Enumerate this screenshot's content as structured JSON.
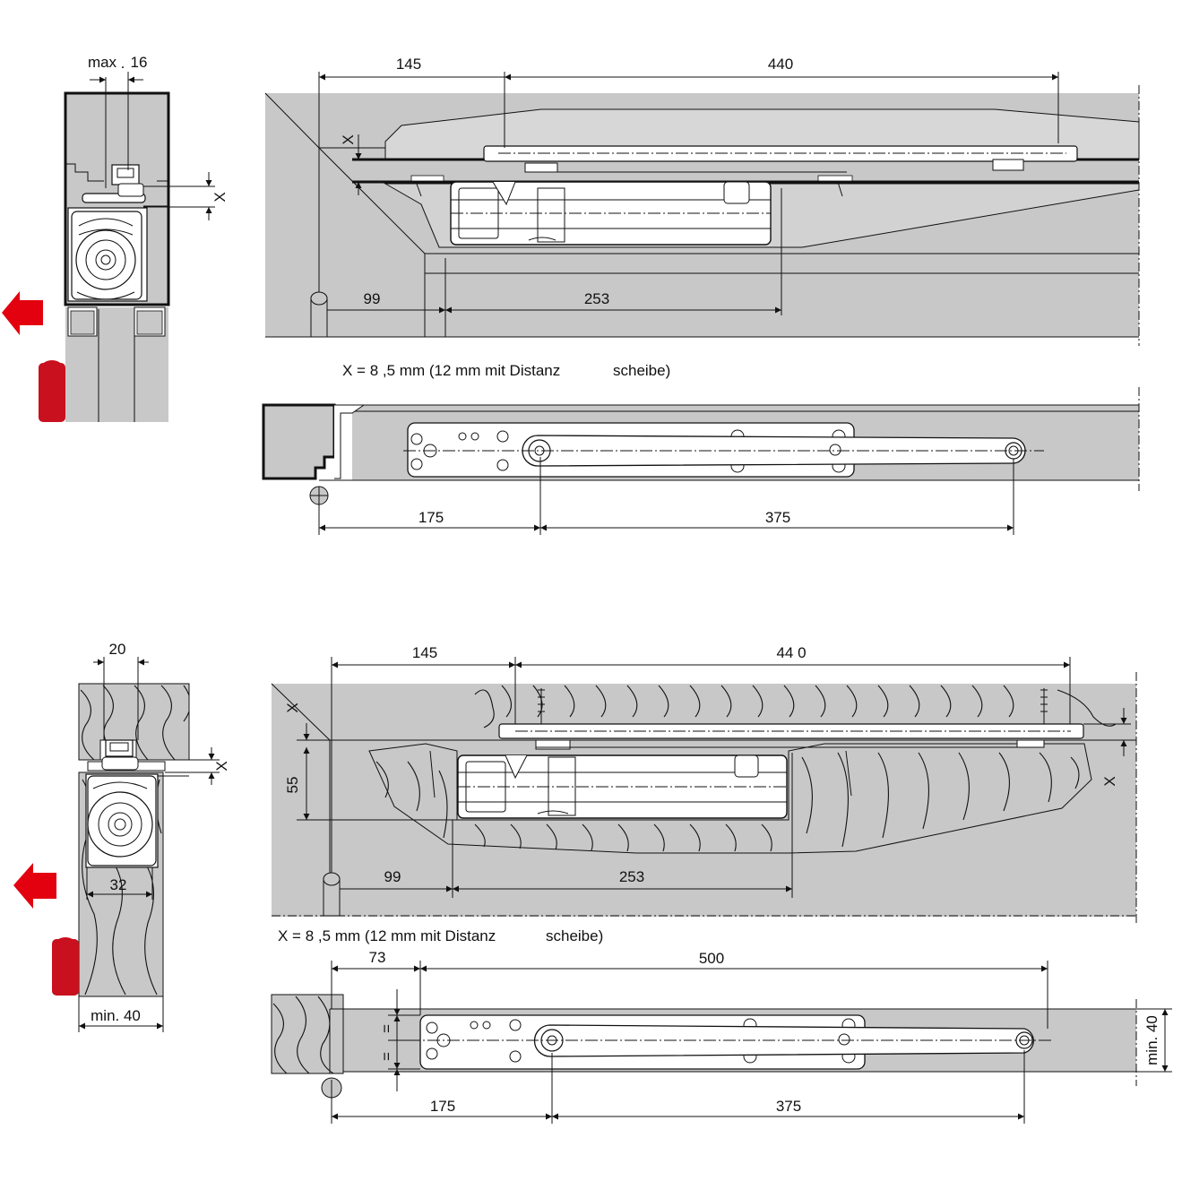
{
  "section_top": {
    "dims": {
      "max": "max",
      "sixteen": "16",
      "x_side": "X",
      "a145": "145",
      "a440": "440",
      "x_front": "X",
      "a99": "99",
      "a253": "253",
      "a175": "175",
      "a375": "375"
    },
    "note_main": "X = 8 ,5 mm (12 mm mit Distanz",
    "note_tail": "scheibe)"
  },
  "section_bottom": {
    "dims": {
      "twenty": "20",
      "x_side": "X",
      "thirtytwo": "32",
      "min40_side": "min. 40",
      "a145": "145",
      "a440": "44 0",
      "x_left": "X",
      "fiftyfive": "55",
      "x_right": "X",
      "a99": "99",
      "a253": "253",
      "a73": "73",
      "a500": "500",
      "a175": "175",
      "a375": "375",
      "min40_plan": "min. 40",
      "equal_top": "=",
      "equal_bottom": "="
    },
    "note_main": "X = 8 ,5 mm (12 mm mit Distanz",
    "note_tail": "scheibe)"
  },
  "colors": {
    "arrow": "#e3000f",
    "handle": "#c8101e",
    "material": "#c8c8c8"
  }
}
